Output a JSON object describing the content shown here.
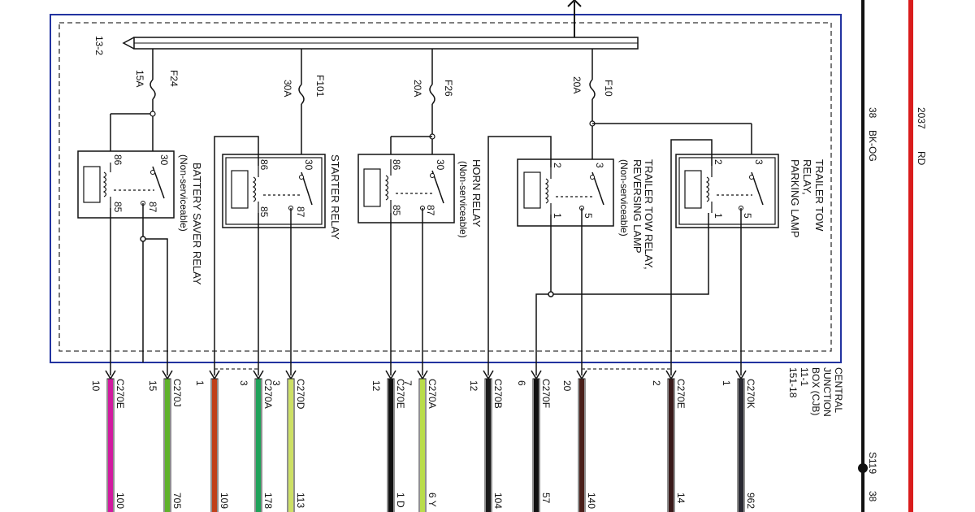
{
  "bus": {
    "label": "13-2"
  },
  "fuses": [
    {
      "id": "F24",
      "rating": "15A"
    },
    {
      "id": "F101",
      "rating": "30A"
    },
    {
      "id": "F26",
      "rating": "20A"
    },
    {
      "id": "F10",
      "rating": "20A"
    }
  ],
  "relays": [
    {
      "name": "BATTERY SAVER RELAY",
      "note": "(Non-serviceable)",
      "pins": [
        "86",
        "30",
        "85",
        "87"
      ]
    },
    {
      "name": "STARTER RELAY",
      "note": "",
      "pins": [
        "86",
        "30",
        "85",
        "87"
      ]
    },
    {
      "name": "HORN RELAY",
      "note": "(Non-serviceable)",
      "pins": [
        "86",
        "30",
        "85",
        "87"
      ]
    },
    {
      "name_lines": [
        "TRAILER TOW RELAY,",
        "REVERSING LAMP"
      ],
      "note": "(Non-serviceable)",
      "pins": [
        "2",
        "3",
        "1",
        "5"
      ]
    },
    {
      "name_lines": [
        "TRAILER TOW",
        "RELAY,",
        "PARKING LAMP"
      ],
      "note": "",
      "pins": [
        "2",
        "3",
        "1",
        "5"
      ]
    }
  ],
  "cjb": {
    "lines": [
      "CENTRAL",
      "JUNCTION",
      "BOX (CJB)",
      "11-1",
      "151-18"
    ]
  },
  "connectors": [
    {
      "pin": "10",
      "name": "C270E",
      "circuit": "100",
      "color": "#d21aa0"
    },
    {
      "pin": "15",
      "name": "C270J",
      "circuit": "705",
      "color": "#5fb22a"
    },
    {
      "pin": "1",
      "name": "",
      "circuit": "109",
      "color": "#c0401a"
    },
    {
      "pin": "3",
      "name": "C270A",
      "circuit": "178",
      "color": "#1fa25a"
    },
    {
      "pin": "3",
      "name": "C270D",
      "circuit": "113",
      "color": "#cde065"
    },
    {
      "pin": "12",
      "name": "C270E",
      "circuit": "1 D",
      "color": "#111111"
    },
    {
      "pin": "7",
      "name": "C270A",
      "circuit": "6 Y",
      "color": "#b9dd4a"
    },
    {
      "pin": "12",
      "name": "C270B",
      "circuit": "104",
      "color": "#1a1a1a"
    },
    {
      "pin": "6",
      "name": "C270F",
      "circuit": "57",
      "color": "#111111"
    },
    {
      "pin": "20",
      "name": "",
      "circuit": "140",
      "color": "#4a1f1a"
    },
    {
      "pin": "2",
      "name": "C270E",
      "circuit": "14",
      "color": "#3a1a1a"
    },
    {
      "pin": "1",
      "name": "C270K",
      "circuit": "962",
      "color": "#2a2a33"
    }
  ],
  "right_wires": [
    {
      "circuit": "38",
      "color_code": "BK-OG",
      "color": "#222222"
    },
    {
      "circuit": "2037",
      "color_code": "RD",
      "color": "#d91c1c"
    }
  ],
  "splice": {
    "label": "S119",
    "circuit": "38"
  }
}
